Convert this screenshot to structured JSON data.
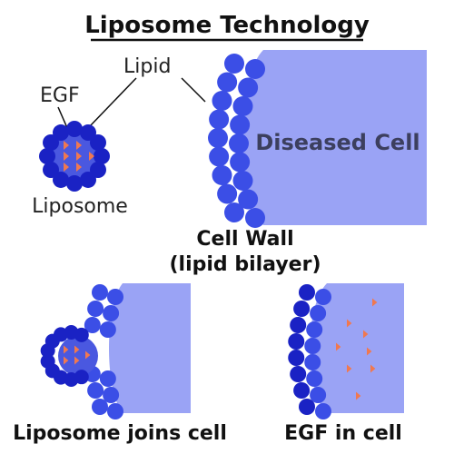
{
  "title": "Liposome Technology",
  "labels": {
    "lipid": "Lipid",
    "egf": "EGF",
    "liposome": "Liposome",
    "diseased_cell": "Diseased Cell",
    "cell_wall_line1": "Cell Wall",
    "cell_wall_line2": "(lipid bilayer)",
    "joins_caption": "Liposome joins cell",
    "egf_caption": "EGF in cell"
  },
  "colors": {
    "cell_fill": "#9aa3f5",
    "lipid_light": "#3b4ee6",
    "lipid_dark": "#1a22c4",
    "egf_marker": "#f07850",
    "liposome_core": "#4a58e0",
    "text_dark": "#111111",
    "cell_text": "#3c3f5e"
  }
}
